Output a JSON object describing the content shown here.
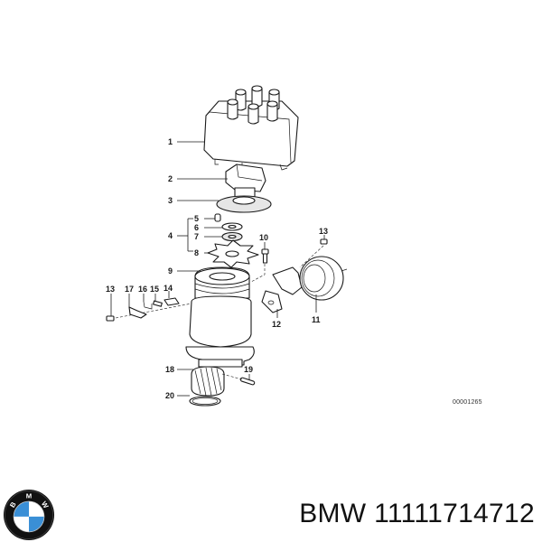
{
  "diagram": {
    "title": "Distributor assembly exploded view",
    "drawing_number": "00001265",
    "callouts": [
      {
        "id": "c1",
        "label": "1",
        "part": "distributor cap"
      },
      {
        "id": "c2",
        "label": "2",
        "part": "rotor"
      },
      {
        "id": "c3",
        "label": "3",
        "part": "dust shield"
      },
      {
        "id": "c4",
        "label": "4",
        "part": "repair kit"
      },
      {
        "id": "c5",
        "label": "5",
        "part": "spacer"
      },
      {
        "id": "c6",
        "label": "6",
        "part": "washer"
      },
      {
        "id": "c7",
        "label": "7",
        "part": "washer"
      },
      {
        "id": "c8",
        "label": "8",
        "part": "trigger wheel"
      },
      {
        "id": "c9",
        "label": "9",
        "part": "pickup coil"
      },
      {
        "id": "c10",
        "label": "10",
        "part": "screw"
      },
      {
        "id": "c11",
        "label": "11",
        "part": "vacuum unit"
      },
      {
        "id": "c12",
        "label": "12",
        "part": "bracket"
      },
      {
        "id": "c13a",
        "label": "13",
        "part": "screw"
      },
      {
        "id": "c13b",
        "label": "13",
        "part": "screw"
      },
      {
        "id": "c14",
        "label": "14",
        "part": "plug"
      },
      {
        "id": "c15",
        "label": "15",
        "part": "contact"
      },
      {
        "id": "c16",
        "label": "16",
        "part": "clip"
      },
      {
        "id": "c17",
        "label": "17",
        "part": "clamp"
      },
      {
        "id": "c18",
        "label": "18",
        "part": "drive gear"
      },
      {
        "id": "c19",
        "label": "19",
        "part": "pin"
      },
      {
        "id": "c20",
        "label": "20",
        "part": "o-ring"
      }
    ]
  },
  "footer": {
    "brand": "BMW",
    "part_number": "11111714712",
    "logo": {
      "icon": "bmw-roundel-icon",
      "letters": [
        "B",
        "M",
        "W"
      ],
      "colors": {
        "ring": "#111111",
        "blue": "#3a8fd6",
        "white": "#ffffff"
      }
    }
  }
}
